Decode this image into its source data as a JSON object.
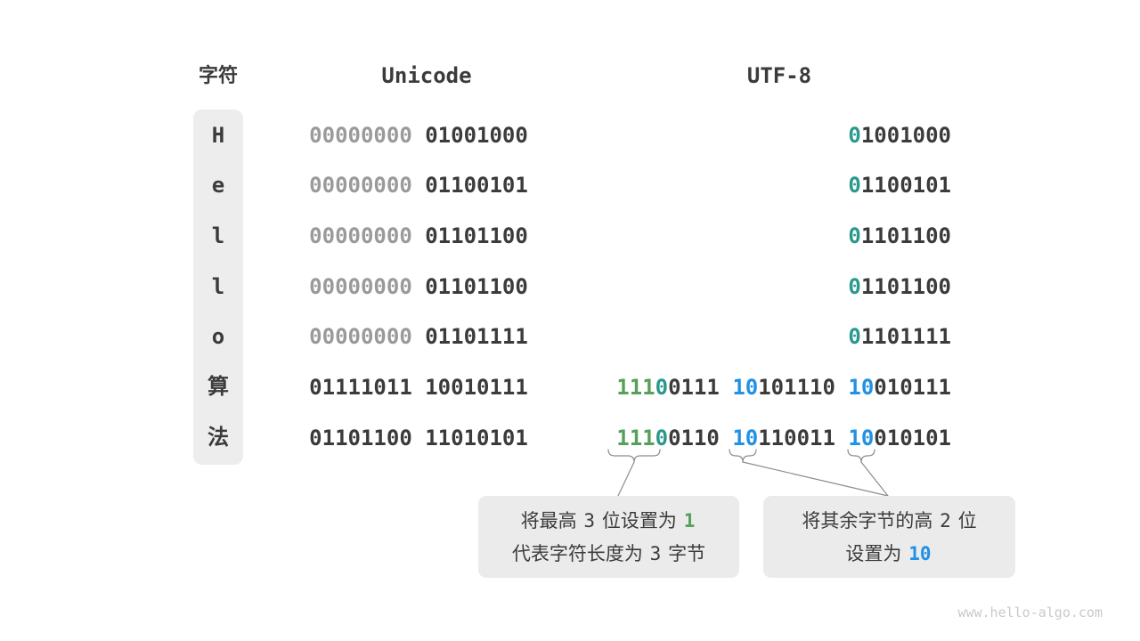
{
  "headers": {
    "char": "字符",
    "unicode": "Unicode",
    "utf8": "UTF-8"
  },
  "table": {
    "rows": [
      {
        "char": "H",
        "unicode": [
          {
            "t": "00000000",
            "c": "gray"
          },
          {
            "t": "01001000",
            "c": "dark"
          }
        ],
        "utf8": [
          [
            {
              "t": "0",
              "c": "teal"
            },
            {
              "t": "1001000",
              "c": "dark"
            }
          ]
        ]
      },
      {
        "char": "e",
        "unicode": [
          {
            "t": "00000000",
            "c": "gray"
          },
          {
            "t": "01100101",
            "c": "dark"
          }
        ],
        "utf8": [
          [
            {
              "t": "0",
              "c": "teal"
            },
            {
              "t": "1100101",
              "c": "dark"
            }
          ]
        ]
      },
      {
        "char": "l",
        "unicode": [
          {
            "t": "00000000",
            "c": "gray"
          },
          {
            "t": "01101100",
            "c": "dark"
          }
        ],
        "utf8": [
          [
            {
              "t": "0",
              "c": "teal"
            },
            {
              "t": "1101100",
              "c": "dark"
            }
          ]
        ]
      },
      {
        "char": "l",
        "unicode": [
          {
            "t": "00000000",
            "c": "gray"
          },
          {
            "t": "01101100",
            "c": "dark"
          }
        ],
        "utf8": [
          [
            {
              "t": "0",
              "c": "teal"
            },
            {
              "t": "1101100",
              "c": "dark"
            }
          ]
        ]
      },
      {
        "char": "o",
        "unicode": [
          {
            "t": "00000000",
            "c": "gray"
          },
          {
            "t": "01101111",
            "c": "dark"
          }
        ],
        "utf8": [
          [
            {
              "t": "0",
              "c": "teal"
            },
            {
              "t": "1101111",
              "c": "dark"
            }
          ]
        ]
      },
      {
        "char": "算",
        "unicode": [
          {
            "t": "01111011",
            "c": "dark"
          },
          {
            "t": "10010111",
            "c": "dark"
          }
        ],
        "utf8": [
          [
            {
              "t": "111",
              "c": "green"
            },
            {
              "t": "0",
              "c": "teal"
            },
            {
              "t": "0111",
              "c": "dark"
            }
          ],
          [
            {
              "t": "10",
              "c": "blue"
            },
            {
              "t": "101110",
              "c": "dark"
            }
          ],
          [
            {
              "t": "10",
              "c": "blue"
            },
            {
              "t": "010111",
              "c": "dark"
            }
          ]
        ]
      },
      {
        "char": "法",
        "unicode": [
          {
            "t": "01101100",
            "c": "dark"
          },
          {
            "t": "11010101",
            "c": "dark"
          }
        ],
        "utf8": [
          [
            {
              "t": "111",
              "c": "green"
            },
            {
              "t": "0",
              "c": "teal"
            },
            {
              "t": "0110",
              "c": "dark"
            }
          ],
          [
            {
              "t": "10",
              "c": "blue"
            },
            {
              "t": "110011",
              "c": "dark"
            }
          ],
          [
            {
              "t": "10",
              "c": "blue"
            },
            {
              "t": "010101",
              "c": "dark"
            }
          ]
        ]
      }
    ]
  },
  "callouts": {
    "first_byte": {
      "lines": [
        [
          {
            "t": "将最高 ",
            "c": "dark"
          },
          {
            "t": "3",
            "c": "dark",
            "m": true
          },
          {
            "t": " 位设置为 ",
            "c": "dark"
          },
          {
            "t": "1",
            "c": "green",
            "m": true
          }
        ],
        [
          {
            "t": "代表字符长度为 ",
            "c": "dark"
          },
          {
            "t": "3",
            "c": "dark",
            "m": true
          },
          {
            "t": " 字节",
            "c": "dark"
          }
        ]
      ]
    },
    "continuation": {
      "lines": [
        [
          {
            "t": "将其余字节的高 ",
            "c": "dark"
          },
          {
            "t": "2",
            "c": "dark",
            "m": true
          },
          {
            "t": " 位",
            "c": "dark"
          }
        ],
        [
          {
            "t": "设置为 ",
            "c": "dark"
          },
          {
            "t": "10",
            "c": "blue",
            "m": true
          }
        ]
      ]
    }
  },
  "watermark": "www.hello-algo.com",
  "colors": {
    "dark": "#3b3b3b",
    "gray": "#9a9a9a",
    "green": "#56a05a",
    "teal": "#28998c",
    "blue": "#2191e5",
    "bar_bg": "#ededed",
    "box_bg": "#ebebeb",
    "connector": "#8c8c8c",
    "watermark": "#c9c9c9"
  }
}
